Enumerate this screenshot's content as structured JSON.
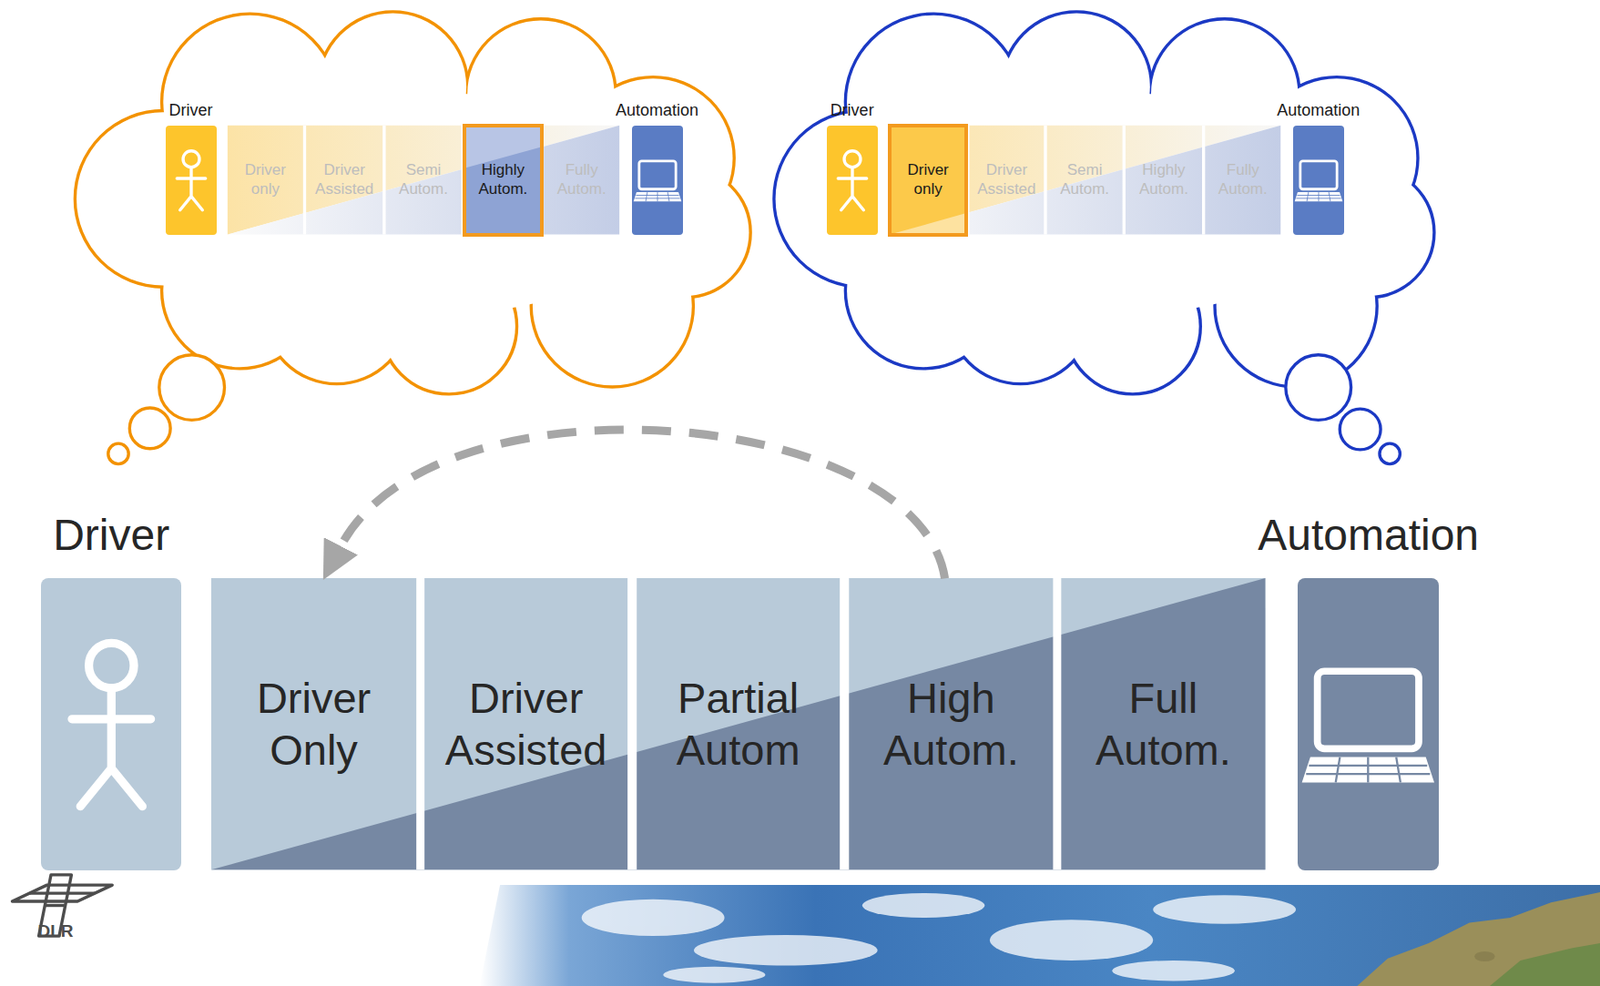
{
  "diagram": {
    "nodes": [
      {
        "text": [
          "Driver"
        ]
      },
      {
        "text": [
          "Driver only"
        ]
      },
      {
        "text": [
          "Driver Assisted"
        ]
      },
      {
        "text": [
          "Semi Autom."
        ]
      },
      {
        "text": [
          "Highly Autom."
        ]
      },
      {
        "text": [
          "Fully Autom."
        ]
      },
      {
        "text": [
          "Automation"
        ]
      },
      {
        "text": [
          "Driver"
        ]
      },
      {
        "text": [
          "Driver only"
        ]
      },
      {
        "text": [
          "Driver Assisted"
        ]
      },
      {
        "text": [
          "Semi Autom."
        ]
      },
      {
        "text": [
          "Highly Autom."
        ]
      },
      {
        "text": [
          "Fully Autom."
        ]
      },
      {
        "text": [
          "Automation"
        ]
      },
      {
        "text": [
          "Driver"
        ]
      },
      {
        "text": [
          "Driver Only"
        ]
      },
      {
        "text": [
          "Driver Assisted"
        ]
      },
      {
        "text": [
          "Partial Autom"
        ]
      },
      {
        "text": [
          "High Autom."
        ]
      },
      {
        "text": [
          "Full Autom."
        ]
      },
      {
        "text": [
          "Automation"
        ]
      }
    ],
    "edges": [
      {
        "from": 18,
        "to": 15,
        "arrow": "to"
      }
    ],
    "labels": [
      "DLR"
    ]
  }
}
